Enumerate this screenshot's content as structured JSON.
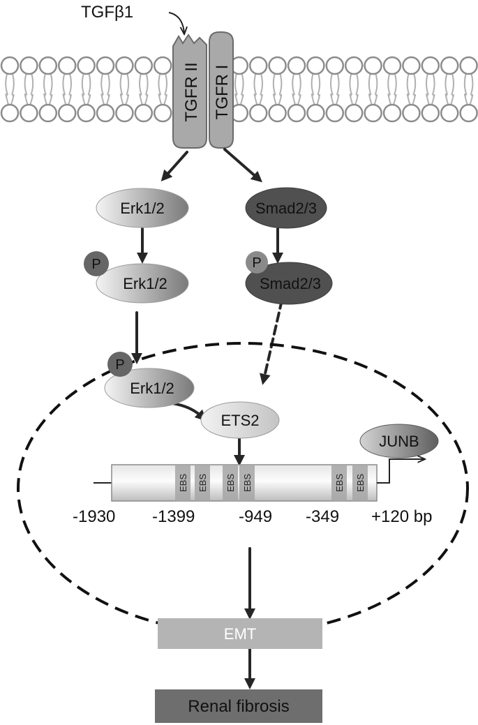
{
  "ligand": "TGFβ1",
  "receptors": {
    "type2": "TGFR II",
    "type1": "TGFR I"
  },
  "cytoplasm": {
    "erk": "Erk1/2",
    "erk_p": "Erk1/2",
    "smad": "Smad2/3",
    "smad_p": "Smad2/3",
    "phospho": "P"
  },
  "nucleus": {
    "erk_p": "Erk1/2",
    "phospho": "P",
    "ets2": "ETS2",
    "junb": "JUNB",
    "ebs_label": "EBS",
    "positions": [
      "-1930",
      "-1399",
      "-949",
      "-349",
      "+120 bp"
    ]
  },
  "outcomes": {
    "emt": "EMT",
    "fibrosis": "Renal fibrosis"
  },
  "colors": {
    "membrane": "#8c8c8c",
    "receptor": "#a9a9a9",
    "smad": "#505050",
    "emt_box": "#b4b4b4",
    "fibrosis_box": "#6e6e6e"
  }
}
